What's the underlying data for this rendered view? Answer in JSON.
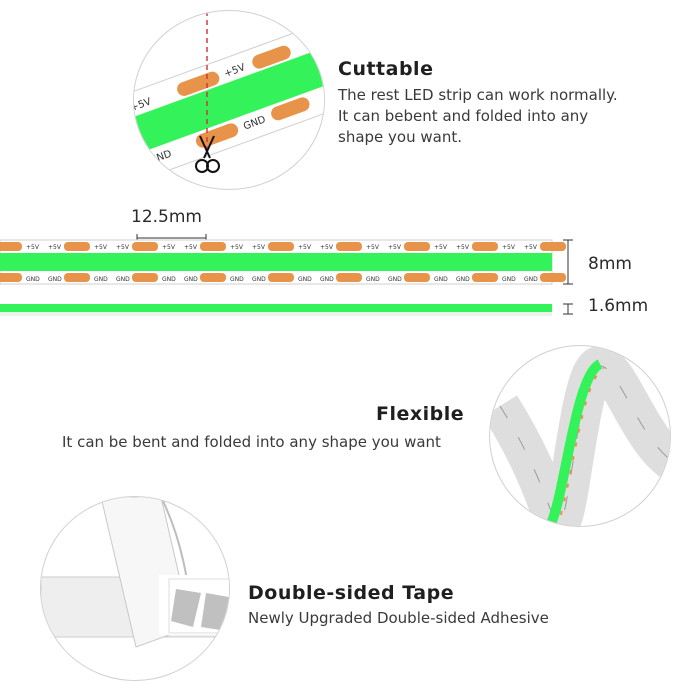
{
  "cuttable": {
    "title": "Cuttable",
    "line1": "The rest LED strip can work normally.",
    "line2": "It can bebent and folded into any",
    "line3": "shape you want."
  },
  "strip": {
    "pitch_label": "12.5mm",
    "width_label": "8mm",
    "thickness_label": "1.6mm",
    "pad_plus": "+5V",
    "pad_gnd": "GND"
  },
  "flexible": {
    "title": "Flexible",
    "line1": "It can be bent and folded into any shape you want"
  },
  "tape": {
    "title": "Double-sided Tape",
    "line1": "Newly Upgraded Double-sided Adhesive"
  },
  "colors": {
    "led_green": "#34f25a",
    "copper_pad": "#e8934a",
    "text_dark": "#222222"
  },
  "icons": [
    "scissors-icon",
    "dimension-arrow-icon"
  ]
}
